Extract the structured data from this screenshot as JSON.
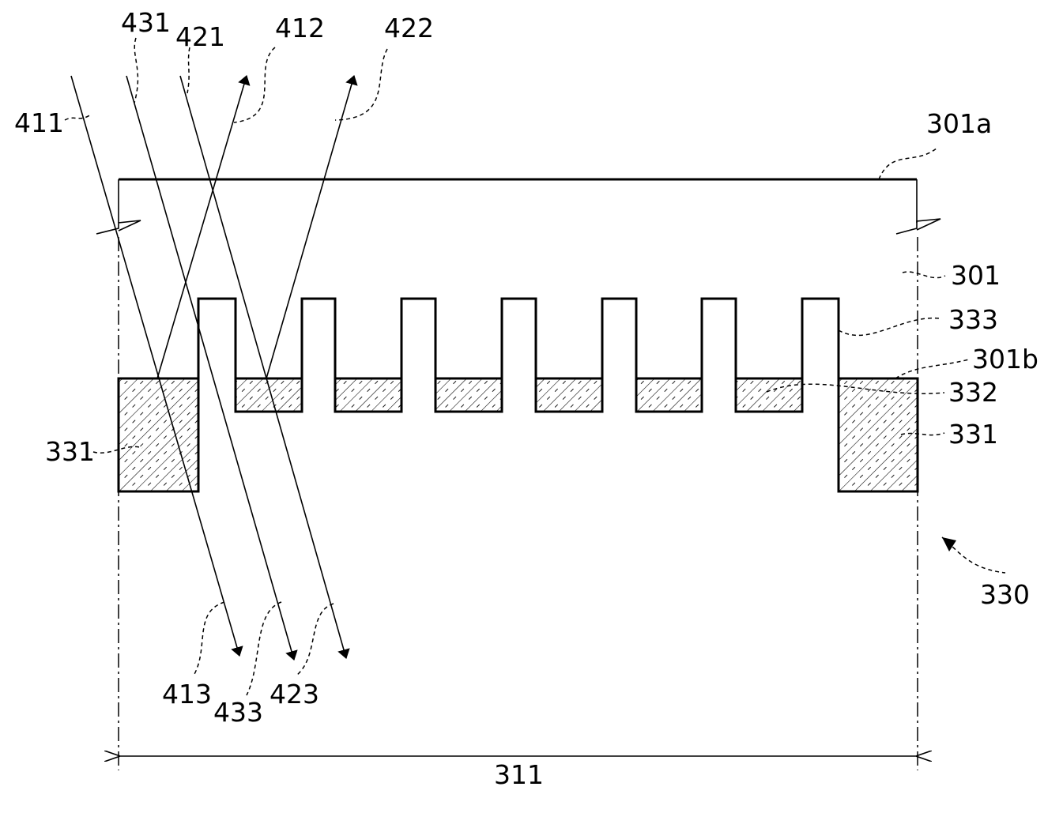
{
  "labels": {
    "l431": "431",
    "l421": "421",
    "l412": "412",
    "l422": "422",
    "l411": "411",
    "l301a": "301a",
    "l301": "301",
    "l333": "333",
    "l301b": "301b",
    "l332": "332",
    "l331_left": "331",
    "l331_right": "331",
    "l330": "330",
    "l413": "413",
    "l433": "433",
    "l423": "423",
    "l311": "311"
  }
}
